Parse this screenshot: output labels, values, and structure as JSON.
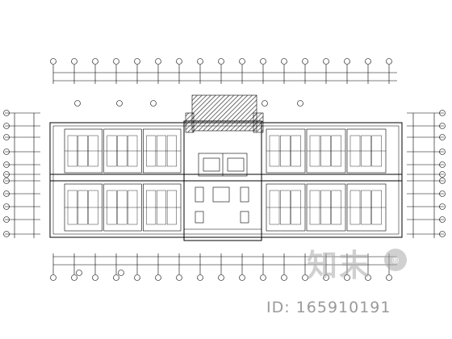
{
  "drawing": {
    "type": "architectural floor plan",
    "line_color": "#000000",
    "hatch_color": "#333333"
  },
  "watermark": {
    "brand": "知末",
    "brand_mark": "®",
    "id_text": "ID: 165910191",
    "color": "#9a9a9a"
  }
}
